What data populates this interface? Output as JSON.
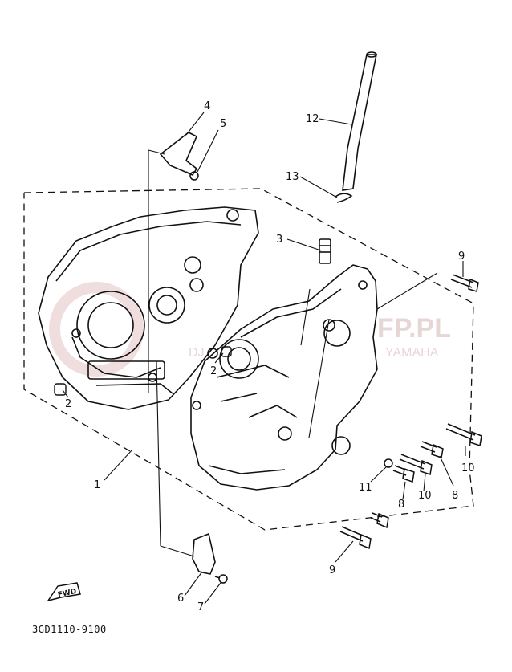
{
  "diagram": {
    "callouts": [
      {
        "id": "4",
        "label": "4"
      },
      {
        "id": "5",
        "label": "5"
      },
      {
        "id": "12",
        "label": "12"
      },
      {
        "id": "13",
        "label": "13"
      },
      {
        "id": "3",
        "label": "3"
      },
      {
        "id": "9a",
        "label": "9"
      },
      {
        "id": "2a",
        "label": "2"
      },
      {
        "id": "2b",
        "label": "2"
      },
      {
        "id": "1",
        "label": "1"
      },
      {
        "id": "10a",
        "label": "10"
      },
      {
        "id": "8a",
        "label": "8"
      },
      {
        "id": "10b",
        "label": "10"
      },
      {
        "id": "11",
        "label": "11"
      },
      {
        "id": "8b",
        "label": "8"
      },
      {
        "id": "9b",
        "label": "9"
      },
      {
        "id": "6",
        "label": "6"
      },
      {
        "id": "7",
        "label": "7"
      }
    ],
    "fwd_label": "FWD",
    "diagram_code": "3GD1110-9100"
  },
  "watermark": {
    "text_main": "FP.PL",
    "text_sub": "YAMAHA",
    "text_sub_left": "DJ"
  },
  "colors": {
    "ink": "#111111",
    "watermark": "#e7d6d6",
    "background": "#ffffff"
  }
}
